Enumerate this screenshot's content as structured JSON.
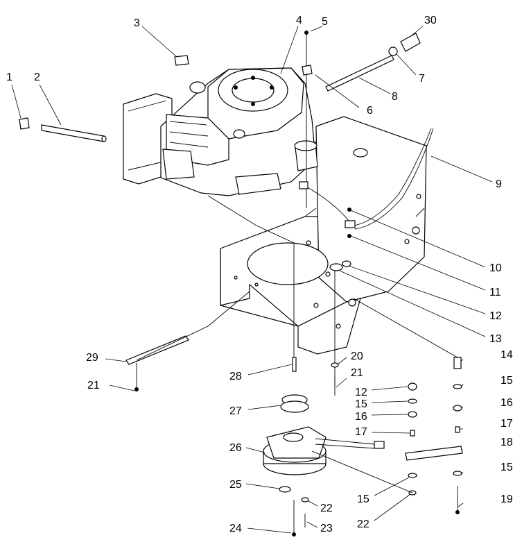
{
  "diagram": {
    "callouts": [
      "1",
      "2",
      "3",
      "4",
      "5",
      "30",
      "7",
      "8",
      "6",
      "9",
      "10",
      "11",
      "12",
      "13",
      "29",
      "28",
      "20",
      "21",
      "14",
      "15",
      "16",
      "17",
      "18",
      "19",
      "27",
      "26",
      "25",
      "22",
      "23",
      "24"
    ]
  }
}
